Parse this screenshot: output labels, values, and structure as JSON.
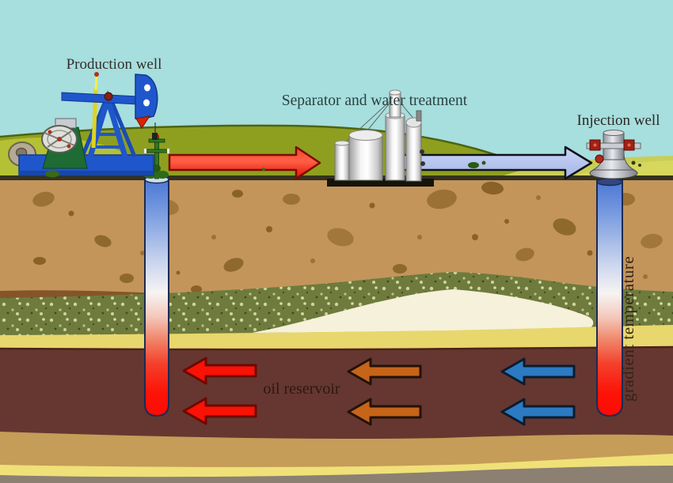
{
  "labels": {
    "production_well": "Production well",
    "separator": "Separator and water treatment",
    "injection_well": "Injection well",
    "oil_reservoir": "oil reservoir",
    "gradient_temperature": "gradient temperature"
  },
  "colors": {
    "sky": "#a7dede",
    "hill": "#8e9f20",
    "hill_edge": "#4c6410",
    "grass_left": "#b5c134",
    "grass_right": "#c9ce57",
    "grass_bright": "#d7d75e",
    "ground_line": "#33321f",
    "topsoil": "#c3955a",
    "rock": "#9c7136",
    "gravel_layer": "#6e7b3c",
    "sand_dome": "#f6f1da",
    "sand_layer": "#e8d76d",
    "reservoir": "#653730",
    "reservoir_edge": "#4e221a",
    "sub_tan": "#c59c58",
    "sub_yellow": "#f0e078",
    "bedrock": "#8b8072",
    "arrow_red": "#f91205",
    "arrow_orange": "#c66418",
    "arrow_blue": "#2b7ac2",
    "surface_cold_arrow": "#b3c1ee",
    "machine_blue": "#1f56cc",
    "machine_green": "#1e6b33",
    "pipe_cold_top": "#4a77d4",
    "pipe_hot_bottom": "#ff0a02"
  },
  "flows": {
    "surface_hot": {
      "from": "Production well",
      "to": "Separator and water treatment",
      "direction": "right",
      "temperature": "hot",
      "color": "#f91205"
    },
    "surface_cold": {
      "from": "Separator and water treatment",
      "to": "Injection well",
      "direction": "right",
      "temperature": "cold",
      "color": "#b3c1ee"
    },
    "reservoir_hot": {
      "direction": "left",
      "arrow_count": 2,
      "temperature": "hot",
      "color": "#f91205"
    },
    "reservoir_warm": {
      "direction": "left",
      "arrow_count": 2,
      "temperature": "warm",
      "color": "#c66418"
    },
    "reservoir_cold": {
      "direction": "left",
      "arrow_count": 2,
      "temperature": "cold",
      "color": "#2b7ac2"
    }
  }
}
